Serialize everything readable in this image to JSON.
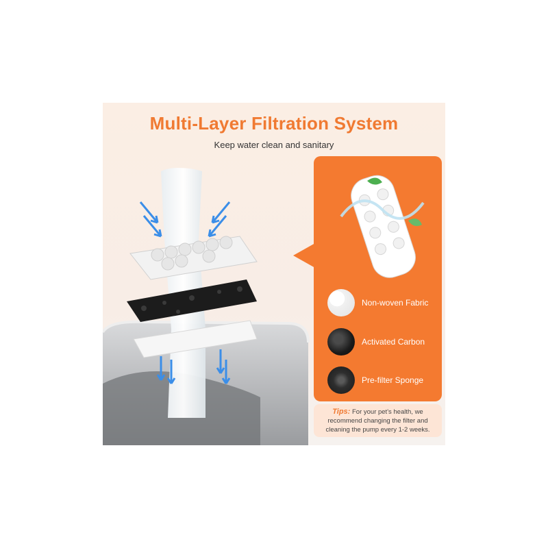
{
  "header": {
    "title": "Multi-Layer Filtration System",
    "subtitle": "Keep water clean and sanitary"
  },
  "layers": [
    {
      "label": "Non-woven Fabric",
      "icon": "cotton-balls-icon"
    },
    {
      "label": "Activated Carbon",
      "icon": "carbon-chunk-icon"
    },
    {
      "label": "Pre-filter Sponge",
      "icon": "sponge-icon"
    }
  ],
  "tips": {
    "label": "Tips:",
    "text": "For your pet's health, we recommend changing the filter and cleaning the pump every 1-2 weeks."
  },
  "colors": {
    "accent": "#f47a30",
    "title": "#f07a32",
    "tips_bg": "#fde5d6",
    "arrows": "#3b8ee8"
  }
}
